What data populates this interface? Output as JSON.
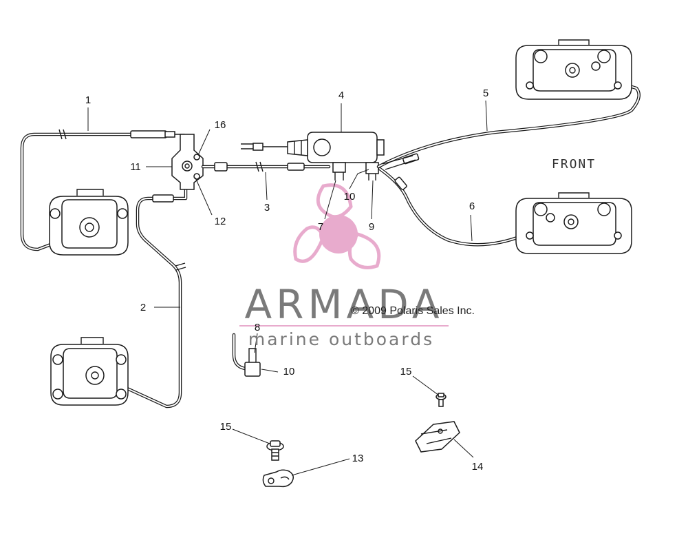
{
  "diagram": {
    "callouts": {
      "c1": "1",
      "c2": "2",
      "c3": "3",
      "c4": "4",
      "c5": "5",
      "c6": "6",
      "c7": "7",
      "c8": "8",
      "c9": "9",
      "c10a": "10",
      "c10b": "10",
      "c11": "11",
      "c12": "12",
      "c13": "13",
      "c14": "14",
      "c15a": "15",
      "c15b": "15",
      "c16": "16"
    },
    "front_label": "FRONT",
    "copyright": "© 2009 Polaris Sales Inc."
  },
  "watermark": {
    "brand": "ARMADA",
    "tagline": "marine outboards",
    "colors": {
      "pink": "#e6a3c8",
      "gray": "#7a7a7a"
    }
  }
}
